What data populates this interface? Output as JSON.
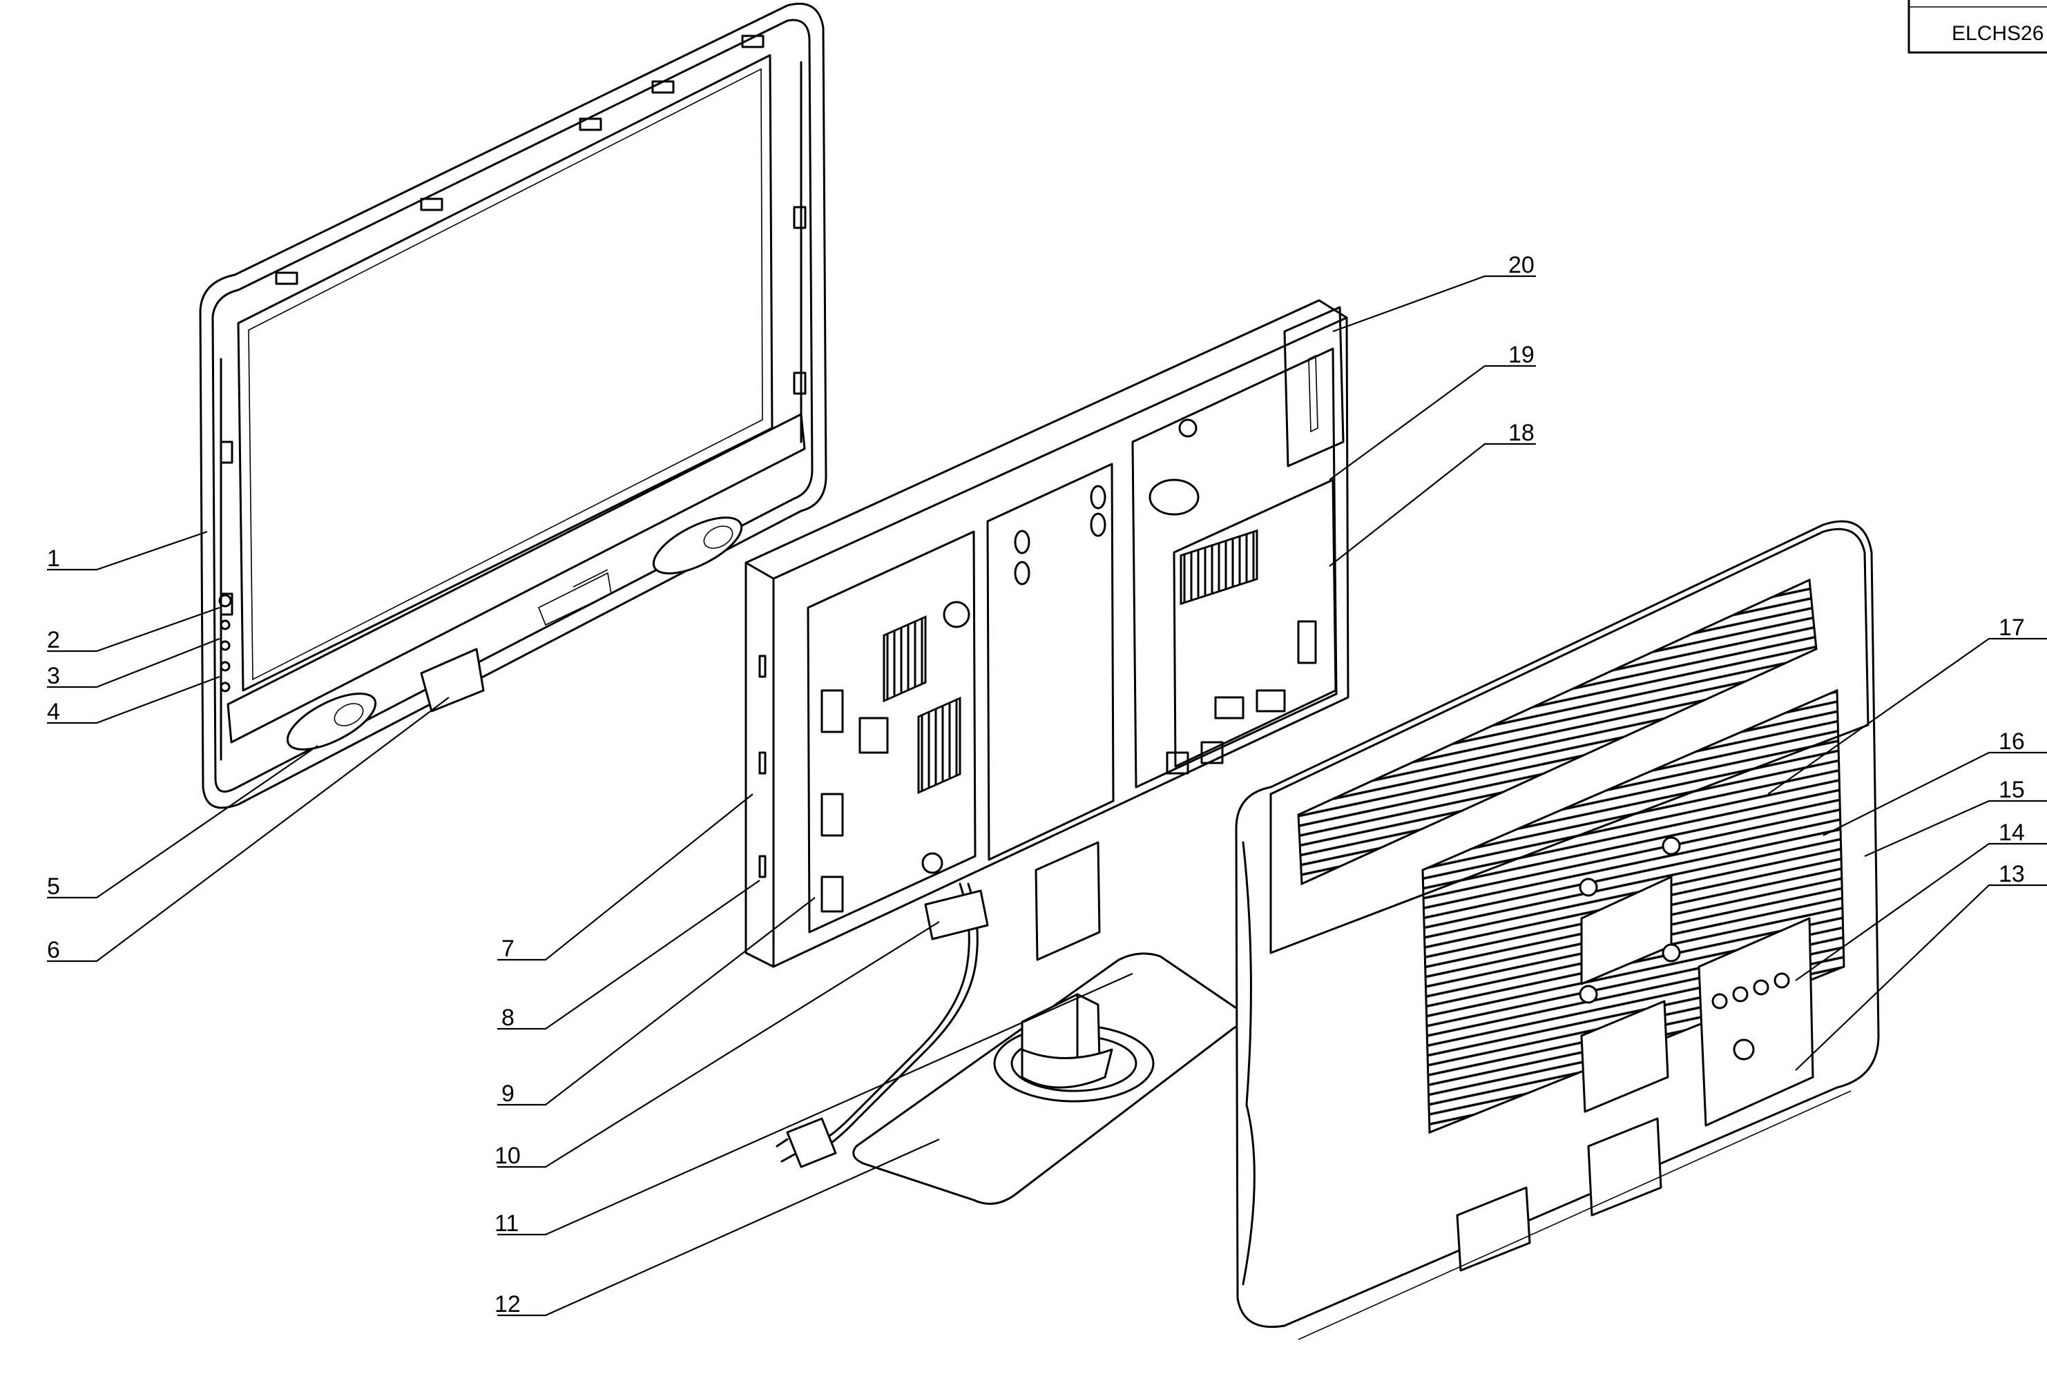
{
  "model_box": {
    "text": "ELCHS26"
  },
  "callouts": [
    {
      "number": "1"
    },
    {
      "number": "2"
    },
    {
      "number": "3"
    },
    {
      "number": "4"
    },
    {
      "number": "5"
    },
    {
      "number": "6"
    },
    {
      "number": "7"
    },
    {
      "number": "8"
    },
    {
      "number": "9"
    },
    {
      "number": "10"
    },
    {
      "number": "11"
    },
    {
      "number": "12"
    },
    {
      "number": "13"
    },
    {
      "number": "14"
    },
    {
      "number": "15"
    },
    {
      "number": "16"
    },
    {
      "number": "17"
    },
    {
      "number": "18"
    },
    {
      "number": "19"
    },
    {
      "number": "20"
    }
  ]
}
